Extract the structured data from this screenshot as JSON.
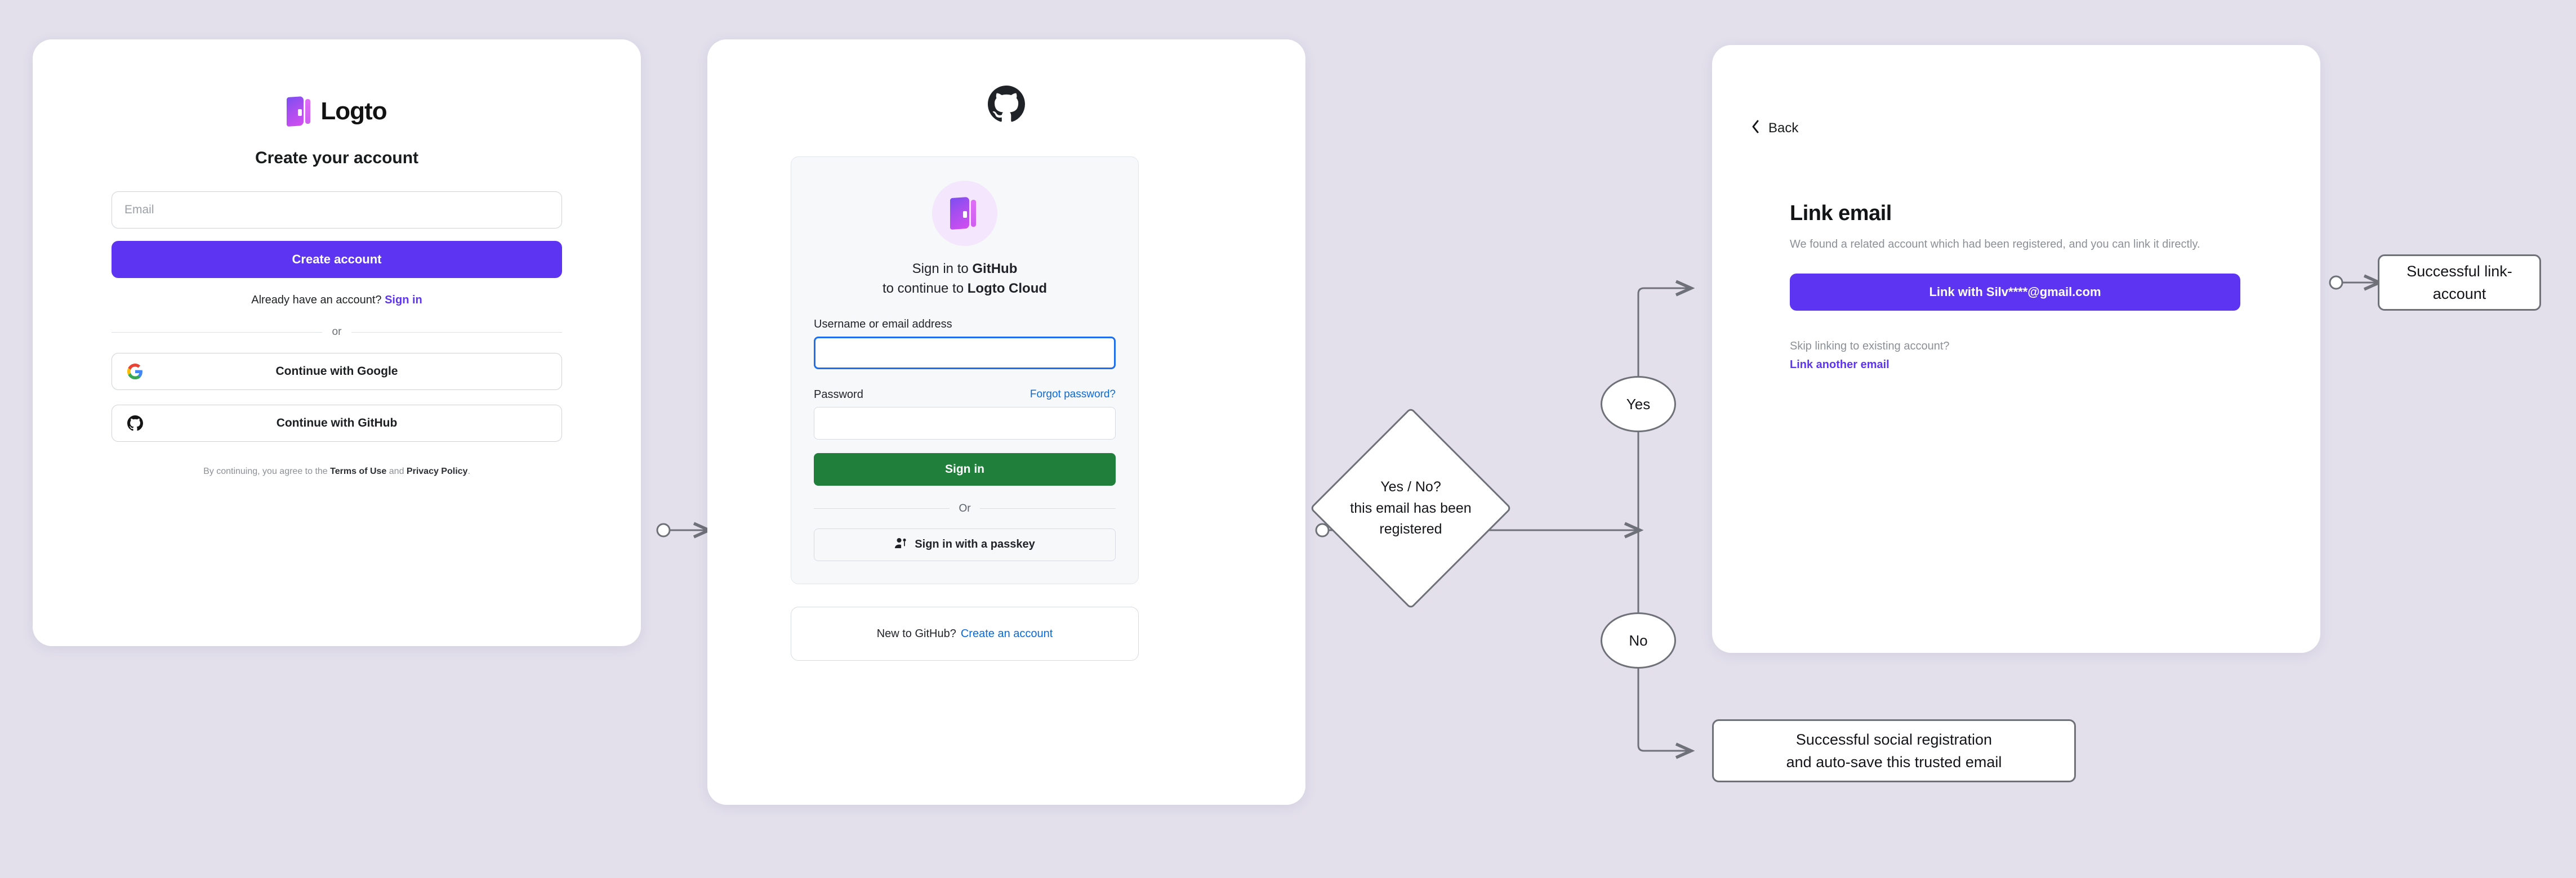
{
  "page": {
    "background_color": "#e3e0ec"
  },
  "card_logto": {
    "brand_name": "Logto",
    "title": "Create your account",
    "email_placeholder": "Email",
    "create_account_label": "Create account",
    "have_account_text": "Already have an account?",
    "sign_in_link": "Sign in",
    "divider_label": "or",
    "social_buttons": [
      {
        "icon": "google-icon",
        "label": "Continue with Google"
      },
      {
        "icon": "github-icon",
        "label": "Continue with GitHub"
      }
    ],
    "legal_prefix": "By continuing, you agree to the ",
    "legal_terms": "Terms of Use",
    "legal_and": " and ",
    "legal_privacy": "Privacy Policy",
    "legal_suffix": ".",
    "accent_color": "#5d34f2"
  },
  "card_github": {
    "logo_icon": "github-mark-icon",
    "app_logo_icon": "logto-door-icon",
    "headline_line1_prefix": "Sign in to ",
    "headline_line1_strong": "GitHub",
    "headline_line2_prefix": "to continue to ",
    "headline_line2_strong": "Logto Cloud",
    "username_label": "Username or email address",
    "username_value": "",
    "password_label": "Password",
    "password_value": "",
    "forgot_password_label": "Forgot password?",
    "sign_in_label": "Sign in",
    "divider_label": "Or",
    "passkey_label": "Sign in with a passkey",
    "passkey_icon": "passkey-person-key-icon",
    "new_to_github_text": "New to GitHub?",
    "create_account_link": "Create an account",
    "primary_color": "#1f7f3b",
    "link_color": "#0969da",
    "focus_color": "#1f6feb"
  },
  "card_link_email": {
    "back_label": "Back",
    "back_icon": "chevron-left-icon",
    "title": "Link email",
    "description": "We found a related account which had been registered, and you can link it directly.",
    "link_button_label": "Link with Silv****@gmail.com",
    "skip_question": "Skip linking to existing account?",
    "skip_link_label": "Link another email",
    "accent_color": "#5d34f2"
  },
  "flow": {
    "decision": {
      "line1": "Yes / No?",
      "line2": "this email has been",
      "line3": "registered"
    },
    "branch_yes": "Yes",
    "branch_no": "No",
    "outcome_yes": "Successful link-account",
    "outcome_no_line1": "Successful social registration",
    "outcome_no_line2": "and auto-save this trusted email",
    "edge_color": "#6f7179"
  }
}
